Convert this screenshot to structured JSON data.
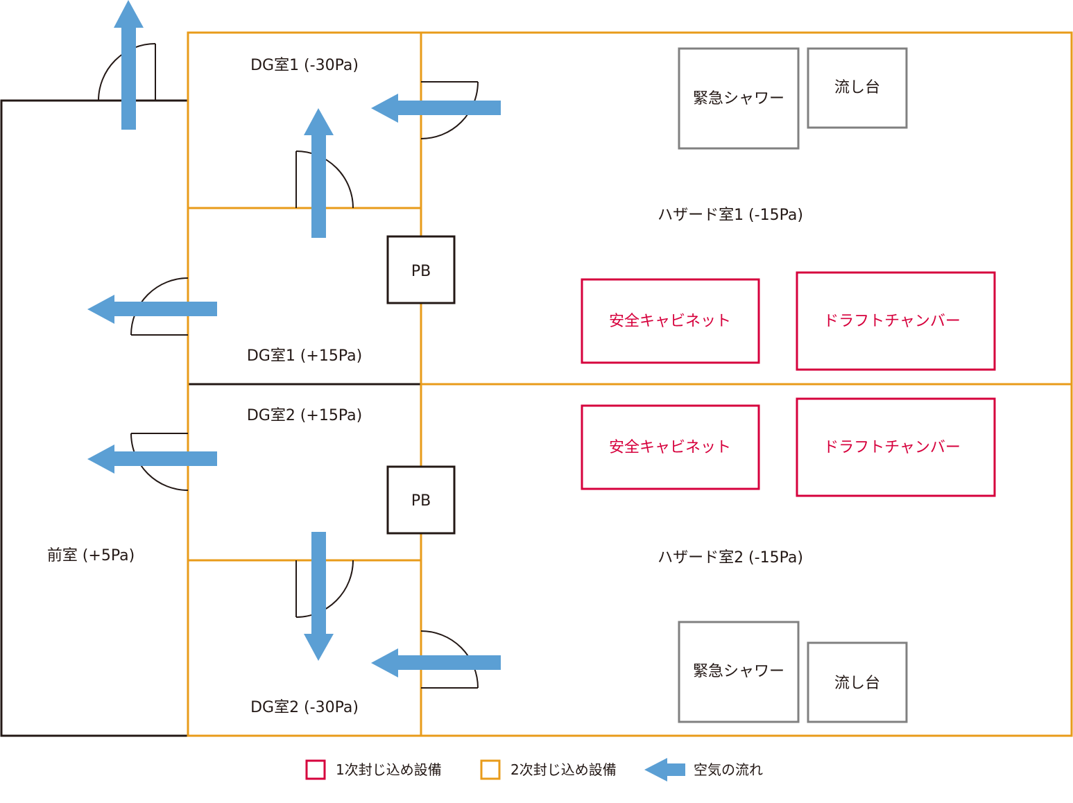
{
  "colors": {
    "primary_containment": "#d6003c",
    "secondary_containment": "#e89b1a",
    "air_flow": "#5b9fd4",
    "wall": "#231815",
    "equipment": "#808080"
  },
  "rooms": {
    "anteroom": "前室 (+5Pa)",
    "dg1_neg": "DG室1 (-30Pa)",
    "dg1_pos": "DG室1 (+15Pa)",
    "dg2_pos": "DG室2 (+15Pa)",
    "dg2_neg": "DG室2 (-30Pa)",
    "hazard1": "ハザード室1 (-15Pa)",
    "hazard2": "ハザード室2 (-15Pa)"
  },
  "equipment": {
    "pb_1": "PB",
    "pb_2": "PB",
    "shower_1": "緊急シャワー",
    "sink_1": "流し台",
    "shower_2": "緊急シャワー",
    "sink_2": "流し台",
    "cabinet_1": "安全キャビネット",
    "chamber_1": "ドラフトチャンバー",
    "cabinet_2": "安全キャビネット",
    "chamber_2": "ドラフトチャンバー"
  },
  "legend": {
    "primary": "1次封じ込め設備",
    "secondary": "2次封じ込め設備",
    "air_flow": "空気の流れ"
  }
}
